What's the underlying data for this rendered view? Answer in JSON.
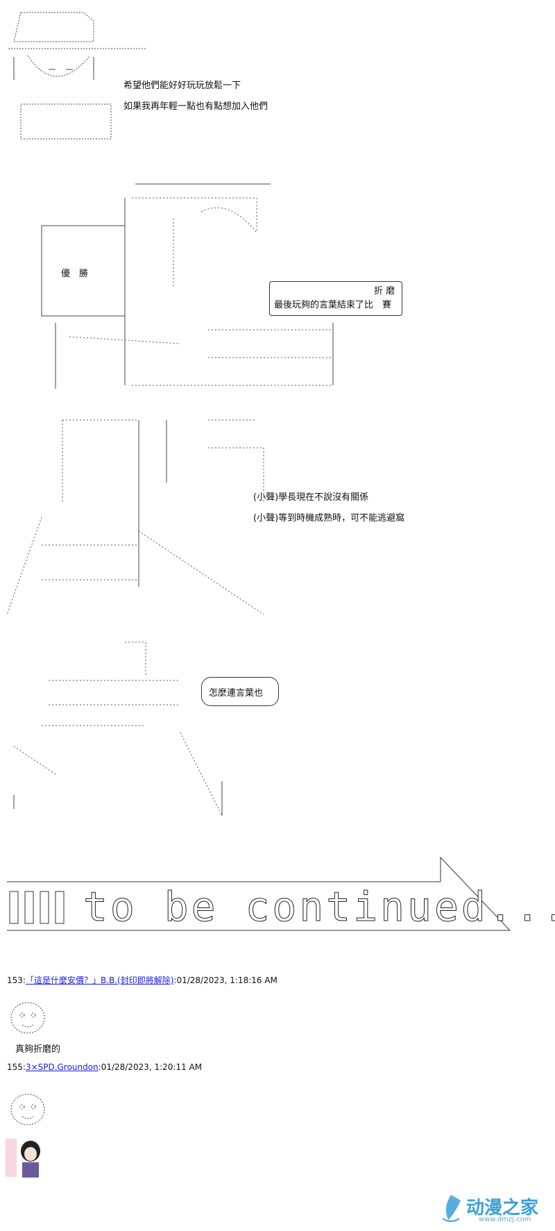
{
  "panel1": {
    "lines": [
      "希望他們能好好玩玩放鬆一下",
      "如果我再年輕一點也有點想加入他們"
    ]
  },
  "panel2": {
    "sign": "優　勝",
    "bubble_top": "折 磨",
    "bubble_main": "最後玩夠的言葉結束了比　賽"
  },
  "panel3": {
    "lines": [
      "(小聲)學長現在不說沒有關係",
      "(小聲)等到時機成熟時，可不能逃避窩"
    ]
  },
  "panel4": {
    "bubble": "怎麼連言葉也"
  },
  "to_be_continued": "to be continued...",
  "posts": [
    {
      "number": "153:",
      "name": "「這是什麼安價？」B.B.(封印即將解除)",
      "timestamp": ":01/28/2023, 1:18:16 AM",
      "body": "真夠折磨的"
    },
    {
      "number": "155:",
      "name": "3×SPD.Groundon",
      "timestamp": ":01/28/2023, 1:20:11 AM",
      "body": ""
    }
  ],
  "watermark": {
    "brand": "动漫之家",
    "url": "www.dmzj.com"
  },
  "colors": {
    "link": "#1a1aee",
    "watermark": "#3aa0d8"
  }
}
